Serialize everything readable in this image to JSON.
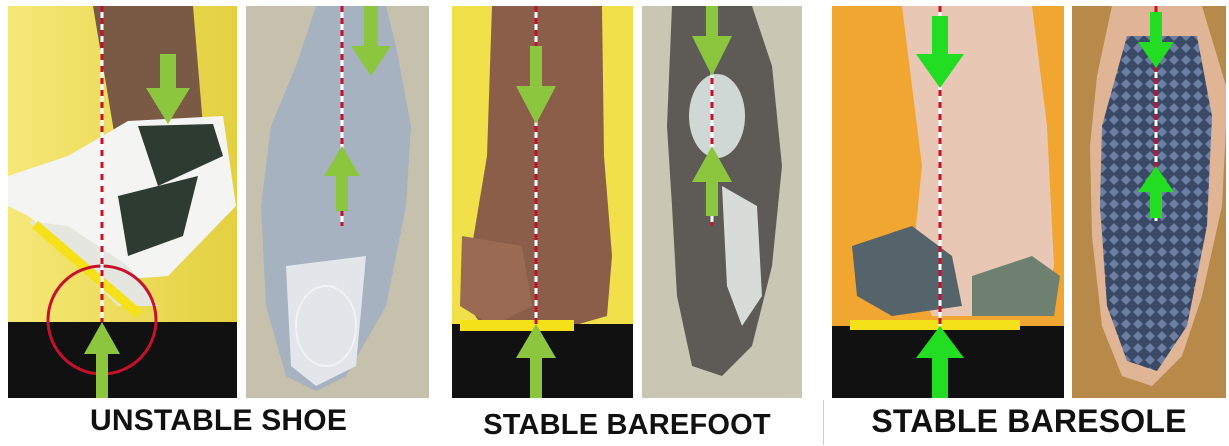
{
  "groups": [
    {
      "caption": "UNSTABLE SHOE"
    },
    {
      "caption": "STABLE BAREFOOT"
    },
    {
      "caption": "STABLE BARESOLE"
    }
  ],
  "colors": {
    "arrow": "#8cc63f",
    "arrow_bright": "#22dd22",
    "center_line": "#c8102e",
    "ground": "#111111",
    "contact_bar": "#f4e11a",
    "yellow_bg": "#f2e04a",
    "orange_bg": "#f0a630",
    "tan_bg": "#b88a4a",
    "gray_bg": "#c6c1ad"
  }
}
